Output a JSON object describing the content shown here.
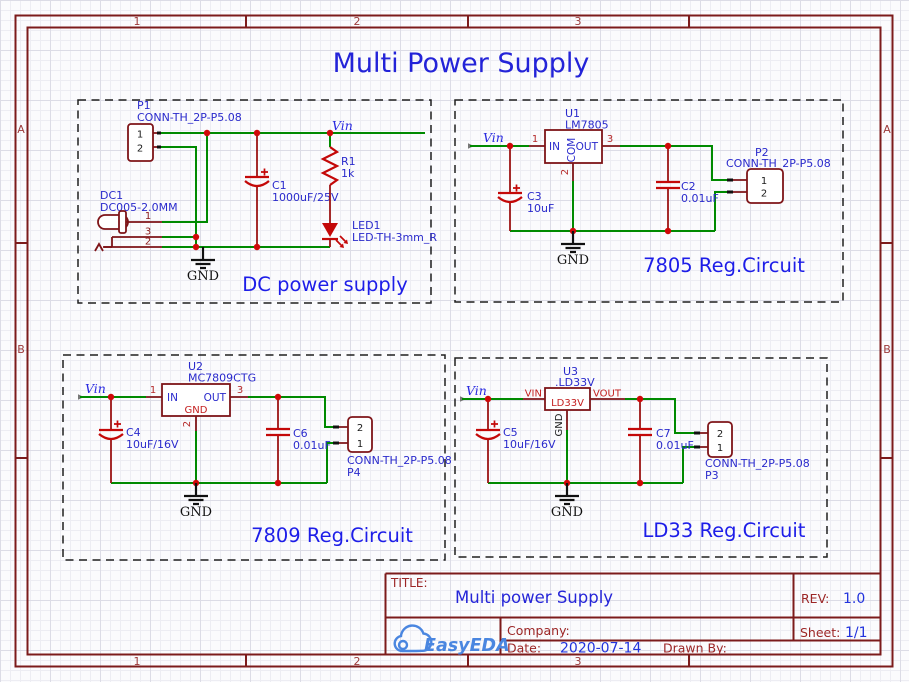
{
  "canvas": {
    "title": "Multi Power Supply"
  },
  "frame": {
    "columns": [
      "1",
      "2",
      "3"
    ],
    "rows": [
      "A",
      "B"
    ]
  },
  "title_block": {
    "title_label": "TITLE:",
    "title_value": "Multi power Supply",
    "rev_label": "REV:",
    "rev_value": "1.0",
    "company_label": "Company:",
    "sheet_label": "Sheet:",
    "sheet_value": "1/1",
    "date_label": "Date:",
    "date_value": "2020-07-14",
    "drawn_by_label": "Drawn By:",
    "logo_text": "EasyEDA"
  },
  "colors": {
    "wire_green": "#008a00",
    "component_outline": "#7e1418",
    "symbol_red": "#c40808",
    "junction_red": "#cf0808",
    "annotation_blue": "#2a2acc",
    "caption_blue": "#1d1de8",
    "net_label_blue": "#2a2ae0",
    "frame_maroon": "#7c1b1b",
    "title_block_label_red": "#9c2626",
    "title_block_value_blue": "#2233dd",
    "logo_blue": "#4a86e0"
  },
  "sections": {
    "dc": {
      "caption": "DC power supply",
      "net_vin": "Vin",
      "gnd_label": "GND",
      "p1_ref": "P1",
      "p1_part": "CONN-TH_2P-P5.08",
      "p1_pin1": "1",
      "p1_pin2": "2",
      "dc1_ref": "DC1",
      "dc1_part": "DC005-2.0MM",
      "dc1_pin1": "1",
      "dc1_pin3": "3",
      "dc1_pin2": "2",
      "c1_ref": "C1",
      "c1_value": "1000uF/25V",
      "r1_ref": "R1",
      "r1_value": "1k",
      "led1_ref": "LED1",
      "led1_part": "LED-TH-3mm_R"
    },
    "reg7805": {
      "caption": "7805 Reg.Circuit",
      "net_vin": "Vin",
      "gnd_label": "GND",
      "u1_ref": "U1",
      "u1_part": "LM7805",
      "u1_pin1_num": "1",
      "u1_pin2_num": "2",
      "u1_pin3_num": "3",
      "u1_pin1_name": "IN",
      "u1_pin2_name": "COM",
      "u1_pin3_name": "OUT",
      "c3_ref": "C3",
      "c3_value": "10uF",
      "c2_ref": "C2",
      "c2_value": "0.01uF",
      "p2_ref": "P2",
      "p2_part": "CONN-TH_2P-P5.08",
      "p2_pin1": "1",
      "p2_pin2": "2"
    },
    "reg7809": {
      "caption": "7809 Reg.Circuit",
      "net_vin": "Vin",
      "gnd_label": "GND",
      "u2_ref": "U2",
      "u2_part": "MC7809CTG",
      "u2_pin1_num": "1",
      "u2_pin2_num": "2",
      "u2_pin3_num": "3",
      "u2_pin1_name": "IN",
      "u2_pin2_name": "GND",
      "u2_pin3_name": "OUT",
      "c4_ref": "C4",
      "c4_value": "10uF/16V",
      "c6_ref": "C6",
      "c6_value": "0.01uF",
      "p4_ref": "P4",
      "p4_part": "CONN-TH_2P-P5.08",
      "p4_pin_top": "2",
      "p4_pin_bottom": "1"
    },
    "ld33": {
      "caption": "LD33 Reg.Circuit",
      "net_vin": "Vin",
      "gnd_label": "GND",
      "u3_ref": "U3",
      "u3_part": ".LD33V",
      "u3_inner": "LD33V",
      "u3_pin_in": "VIN",
      "u3_pin_out": "VOUT",
      "u3_pin_gnd": "GND",
      "c5_ref": "C5",
      "c5_value": "10uF/16V",
      "c7_ref": "C7",
      "c7_value": "0.01uF",
      "p3_ref": "P3",
      "p3_part": "CONN-TH_2P-P5.08",
      "p3_pin_top": "2",
      "p3_pin_bottom": "1"
    }
  }
}
